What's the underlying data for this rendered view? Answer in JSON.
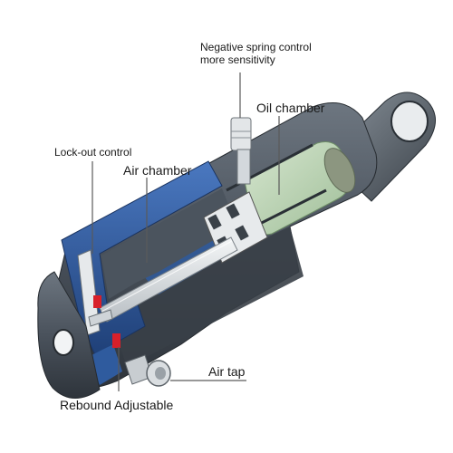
{
  "labels": {
    "negative_spring_line1": "Negative spring control",
    "negative_spring_line2": "more sensitivity",
    "oil_chamber": "Oil chamber",
    "lock_out_control": "Lock-out control",
    "air_chamber": "Air chamber",
    "air_tap": "Air tap",
    "rebound_adjustable": "Rebound Adjustable"
  },
  "colors": {
    "body_dark": "#3e4650",
    "body_mid": "#5a636d",
    "housing_blue": "#2f5b9e",
    "oil_green": "#b9d3b0",
    "shaft_light": "#dfe3e6",
    "accent_red": "#d8202a",
    "leader": "#5a5a5a"
  }
}
